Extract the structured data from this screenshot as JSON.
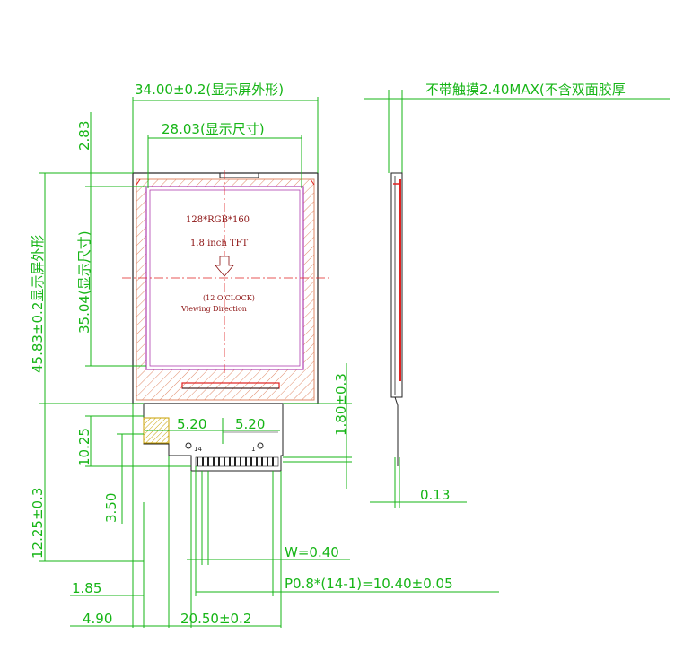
{
  "labels": {
    "outline_width": "34.00±0.2(显示屏外形)",
    "display_width": "28.03(显示尺寸)",
    "top_offset": "2.83",
    "outline_height": "45.83±0.2显示屏外形",
    "display_height": "35.04(显示尺寸)",
    "resolution": "128*RGB*160",
    "size_type": "1.8 inch  TFT",
    "clock": "(12 O'CLOCK)",
    "viewing": "Viewing Direction",
    "pin14": "14",
    "pin1": "1",
    "fpc_dim_a": "5.20",
    "fpc_dim_b": "5.20",
    "fpc_height": "10.25",
    "fpc_gap": "1.80±0.3",
    "fpc_total": "12.25±0.3",
    "fpc_tail": "3.50",
    "pin_width": "W=0.40",
    "pitch": "P0.8*(14-1)=10.40±0.05",
    "dim_185": "1.85",
    "dim_490": "4.90",
    "fpc_width": "20.50±0.2",
    "thickness": "不带触摸2.40MAX(不含双面胶厚",
    "fpc_thick": "0.13"
  }
}
